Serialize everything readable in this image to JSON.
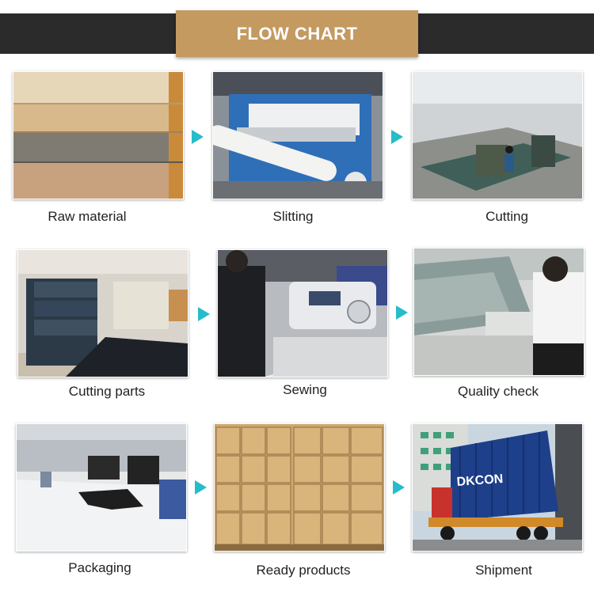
{
  "header": {
    "title": "FLOW CHART"
  },
  "steps": [
    {
      "label": "Raw material"
    },
    {
      "label": "Slitting"
    },
    {
      "label": "Cutting"
    },
    {
      "label": "Cutting parts"
    },
    {
      "label": "Sewing"
    },
    {
      "label": "Quality check"
    },
    {
      "label": "Packaging"
    },
    {
      "label": "Ready products"
    },
    {
      "label": "Shipment"
    }
  ],
  "shipment_photo": {
    "container_text": "DKCON"
  },
  "colors": {
    "header_band": "#2b2b2b",
    "title_box": "#c49a61",
    "arrow": "#27bcc9"
  }
}
